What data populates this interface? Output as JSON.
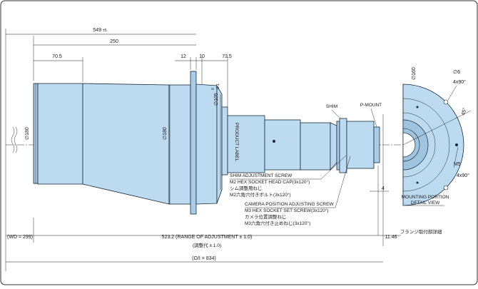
{
  "dims": {
    "top_total": "549",
    "top_total_tol": "±5",
    "body_length": "250",
    "front_length": "70.5",
    "flange_thk": "12",
    "gap": "10",
    "neck_len": "73.5",
    "dia_front": "∅180",
    "dia_flange": "∅180",
    "dia_105": "∅105",
    "dia_105_tol_top": "0",
    "dia_105_tol_bot": "-0.1",
    "wd": "(WD = 299)",
    "range": "523.2 (RANGE OF ADJUSTMENT ± 1.0)",
    "range_jp": "(調整代 ± 1.0)",
    "oi": "(O/I = 834)",
    "right_small": "11.46",
    "four": "4"
  },
  "labels": {
    "product_label": "PRODUCT LABEL",
    "shim": "SHIM",
    "pmount": "P-MOUNT",
    "shim_screw_1": "SHIM ADJUSTMENT SCREW",
    "shim_screw_2": "M2 HEX SOCKET HEAD CAP(3x120°)",
    "shim_screw_jp1": "シム調整用ねじ",
    "shim_screw_jp2": "M2六角穴付きボルト(3x120°)",
    "cam_screw_1": "CAMERA POSITION ADJUSTING SCREW",
    "cam_screw_2": "M3 HEX SOCKET SET SCREW(3x120°)",
    "cam_screw_jp1": "カメラ位置調整ねじ",
    "cam_screw_jp2": "M3六角穴付き止めねじ(3x120°)"
  },
  "detail": {
    "dia_160": "∅160",
    "dia_6": "∅6",
    "holes_6": "4x90°",
    "angle": "45°",
    "m5": "M5",
    "holes_m5": "4x90°",
    "title_1": "MOUNTING PORTION",
    "title_2": "DETAIL VIEW",
    "title_jp": "フランジ取付部詳細"
  }
}
